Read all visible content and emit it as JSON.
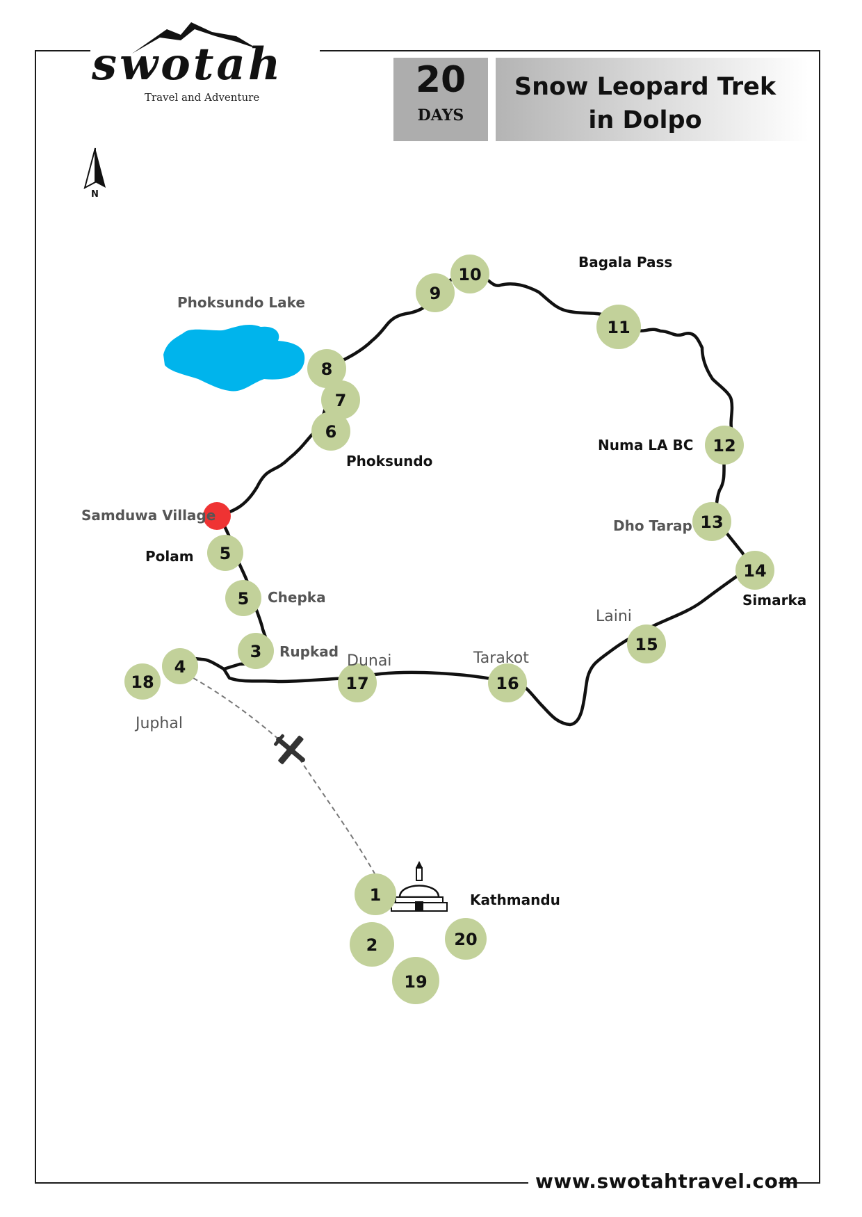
{
  "brand": {
    "logo_text": "swotah",
    "tagline": "Travel and Adventure"
  },
  "header": {
    "days_number": "20",
    "days_label": "DAYS",
    "title_line1": "Snow Leopard Trek",
    "title_line2": "in Dolpo"
  },
  "compass": {
    "label": "N"
  },
  "lake": {
    "label": "Phoksundo Lake",
    "color": "#00b4ec"
  },
  "route_color": "#111111",
  "stop_color": "#c2d19a",
  "start_marker_color": "#ef3333",
  "stops": [
    "10",
    "9",
    "8",
    "7",
    "6",
    "11",
    "12",
    "13",
    "14",
    "15",
    "16",
    "17",
    "3",
    "5",
    "5",
    "4",
    "18",
    "1",
    "2",
    "19",
    "20"
  ],
  "places": {
    "bagala_pass": "Bagala Pass",
    "phoksundo": "Phoksundo",
    "samduwa": "Samduwa Village",
    "polam": "Polam",
    "chepka": "Chepka",
    "rupkad": "Rupkad",
    "dunai": "Dunai",
    "tarakot": "Tarakot",
    "laini": "Laini",
    "simarka": "Simarka",
    "numa_la": "Numa LA BC",
    "dho_tarap": "Dho Tarap",
    "juphal": "Juphal",
    "kathmandu": "Kathmandu"
  },
  "footer": {
    "website": "www.swotahtravel.com"
  }
}
